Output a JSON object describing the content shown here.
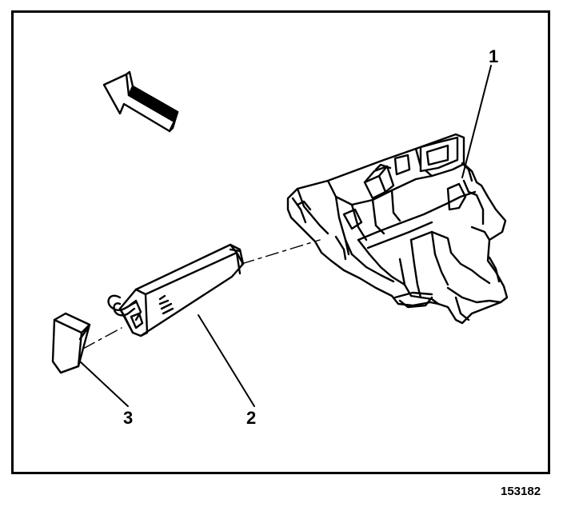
{
  "figure": {
    "callouts": [
      "1",
      "2",
      "3"
    ],
    "figure_number": "153182"
  },
  "icons": {
    "direction_arrow": "arrow-icon",
    "heater_case": "hvac-module-icon",
    "heater_core": "heater-core-icon",
    "filter": "filter-icon"
  },
  "colors": {
    "line": "#000000",
    "background": "#ffffff"
  }
}
